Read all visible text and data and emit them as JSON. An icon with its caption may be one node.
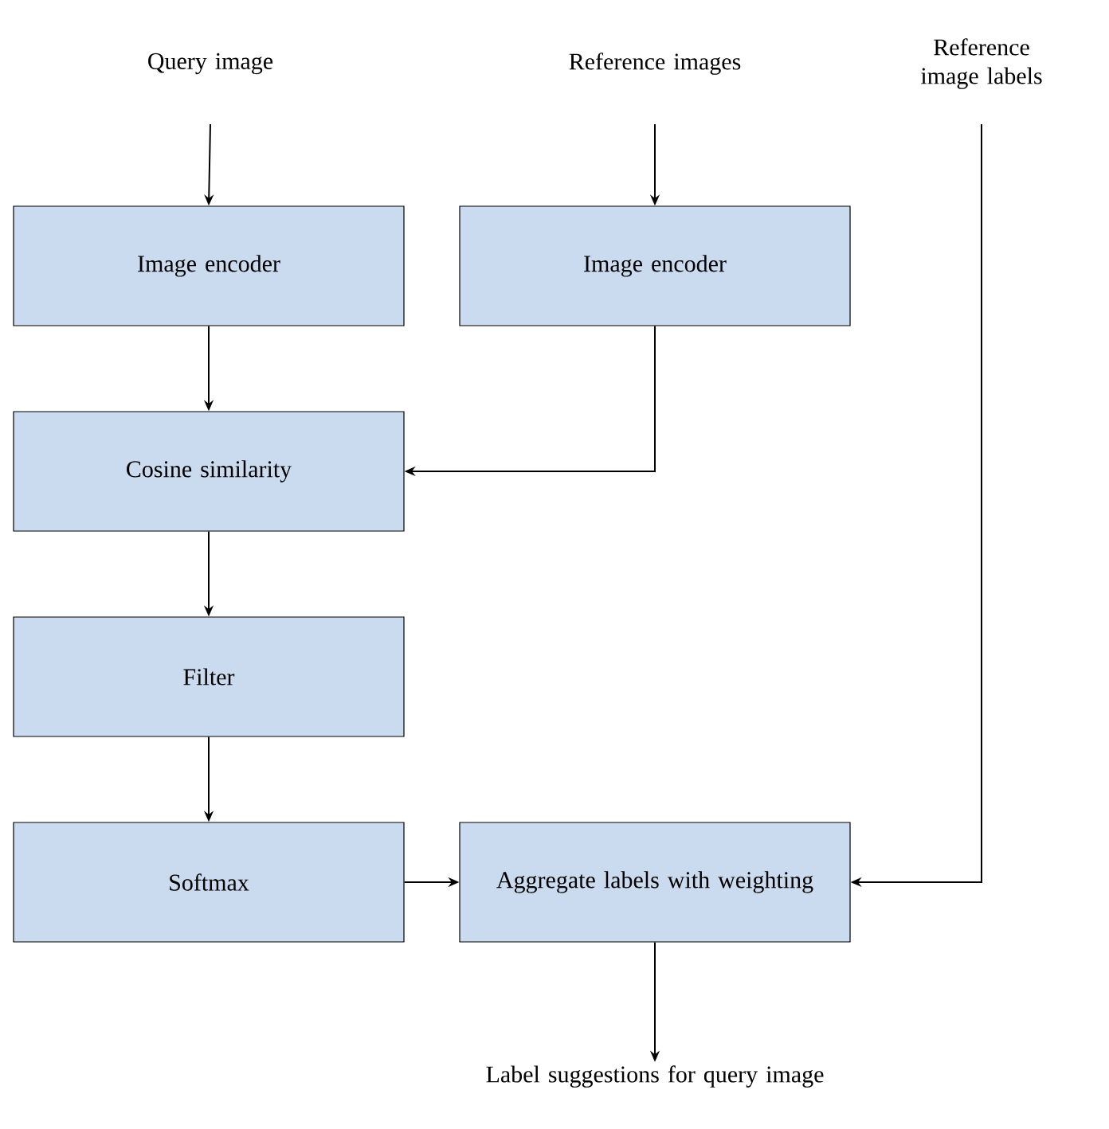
{
  "diagram": {
    "nodes": [
      {
        "text": [
          "Query image"
        ]
      },
      {
        "text": [
          "Reference images"
        ]
      },
      {
        "text": [
          "Reference image labels"
        ]
      },
      {
        "text": [
          "Image encoder"
        ]
      },
      {
        "text": [
          "Image encoder"
        ]
      },
      {
        "text": [
          "Cosine similarity"
        ]
      },
      {
        "text": [
          "Filter"
        ]
      },
      {
        "text": [
          "Softmax"
        ]
      },
      {
        "text": [
          "Aggregate labels with weighting"
        ]
      },
      {
        "text": [
          "Label suggestions for query image"
        ]
      }
    ],
    "edges": [
      {
        "from": 0,
        "to": 3,
        "arrow": "to"
      },
      {
        "from": 1,
        "to": 4,
        "arrow": "to"
      },
      {
        "from": 3,
        "to": 5,
        "arrow": "to"
      },
      {
        "from": 4,
        "to": 5,
        "arrow": "to"
      },
      {
        "from": 5,
        "to": 6,
        "arrow": "to"
      },
      {
        "from": 6,
        "to": 7,
        "arrow": "to"
      },
      {
        "from": 7,
        "to": 8,
        "arrow": "to"
      },
      {
        "from": 2,
        "to": 8,
        "arrow": "to"
      },
      {
        "from": 8,
        "to": 9,
        "arrow": "to"
      }
    ]
  }
}
